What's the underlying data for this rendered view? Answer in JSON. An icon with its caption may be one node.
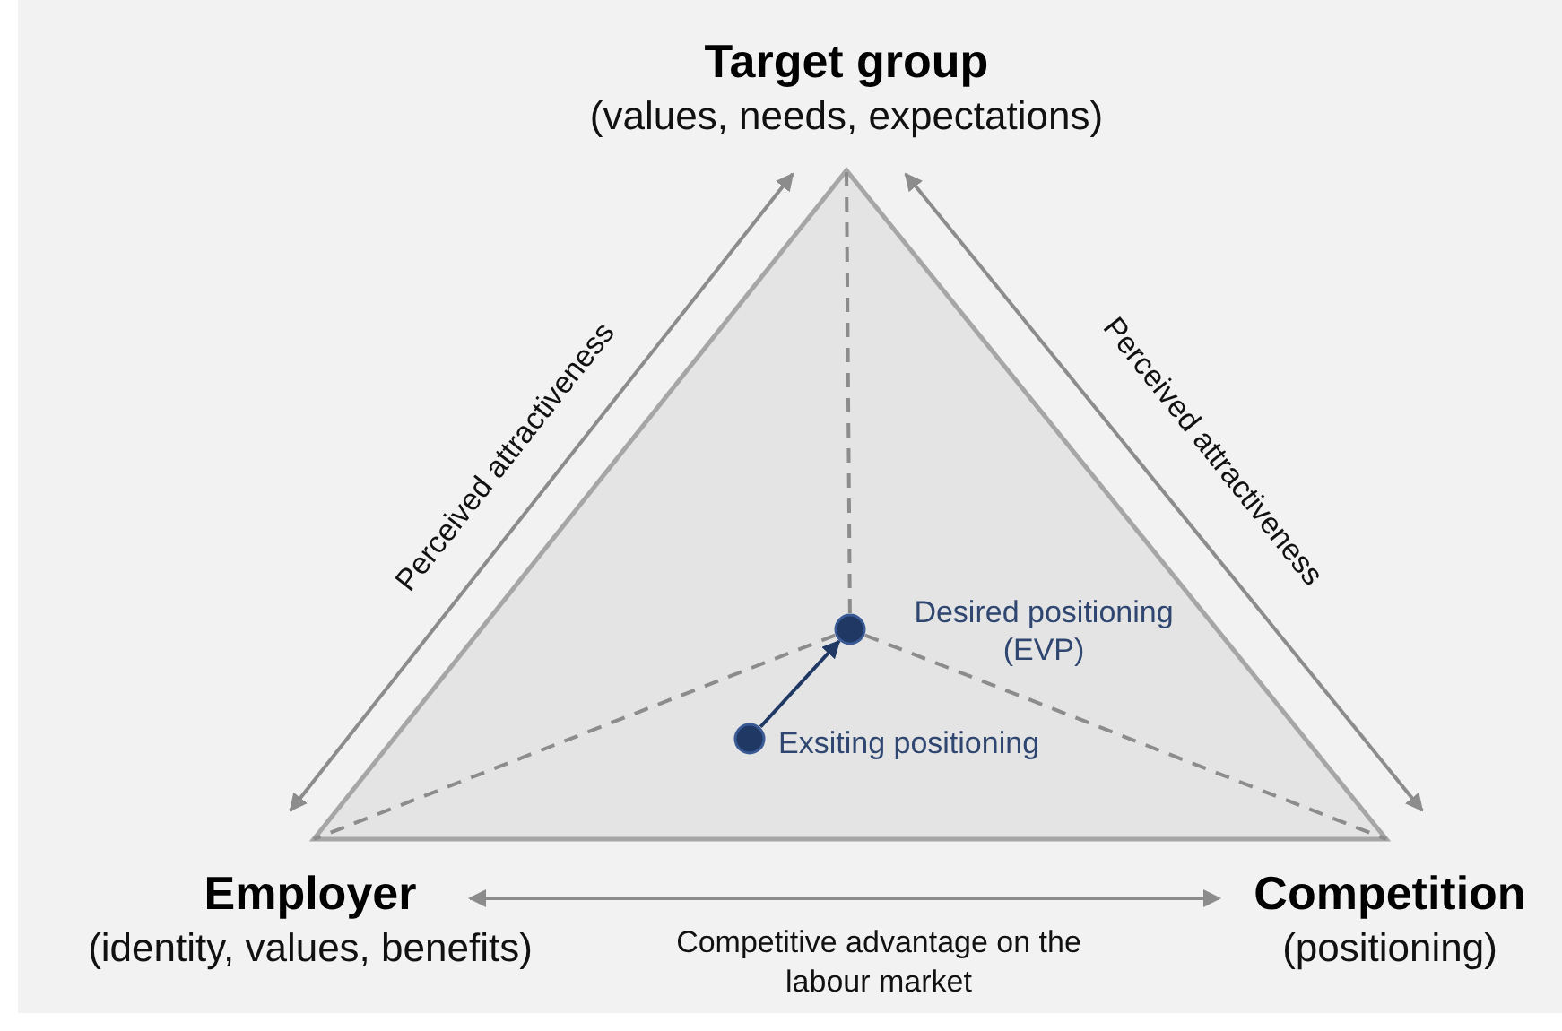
{
  "diagram": {
    "nodes": [
      {
        "text": [
          "Target group",
          "(values, needs, expectations)"
        ]
      },
      {
        "text": [
          "Employer",
          "(identity, values, benefits)"
        ]
      },
      {
        "text": [
          "Competition",
          "(positioning)"
        ]
      },
      {
        "text": [],
        "shape": "circle",
        "beside": [
          "Desired positioning (EVP)"
        ]
      },
      {
        "text": [],
        "shape": "circle",
        "beside": [
          "Exsiting positioning"
        ]
      }
    ],
    "edges": [
      {
        "from": 1,
        "to": 0,
        "arrow": "both",
        "label": "Perceived attractiveness"
      },
      {
        "from": 0,
        "to": 2,
        "arrow": "both",
        "label": "Perceived attractiveness"
      },
      {
        "from": 1,
        "to": 2,
        "arrow": "both",
        "label": "Competitive advantage on the labour market"
      },
      {
        "from": 4,
        "to": 3,
        "arrow": "to",
        "color": "#1f3864"
      },
      {
        "from": 3,
        "to": 0,
        "arrow": "none",
        "style": "dashed"
      },
      {
        "from": 3,
        "to": 1,
        "arrow": "none",
        "style": "dashed"
      },
      {
        "from": 3,
        "to": 2,
        "arrow": "none",
        "style": "dashed"
      }
    ]
  }
}
